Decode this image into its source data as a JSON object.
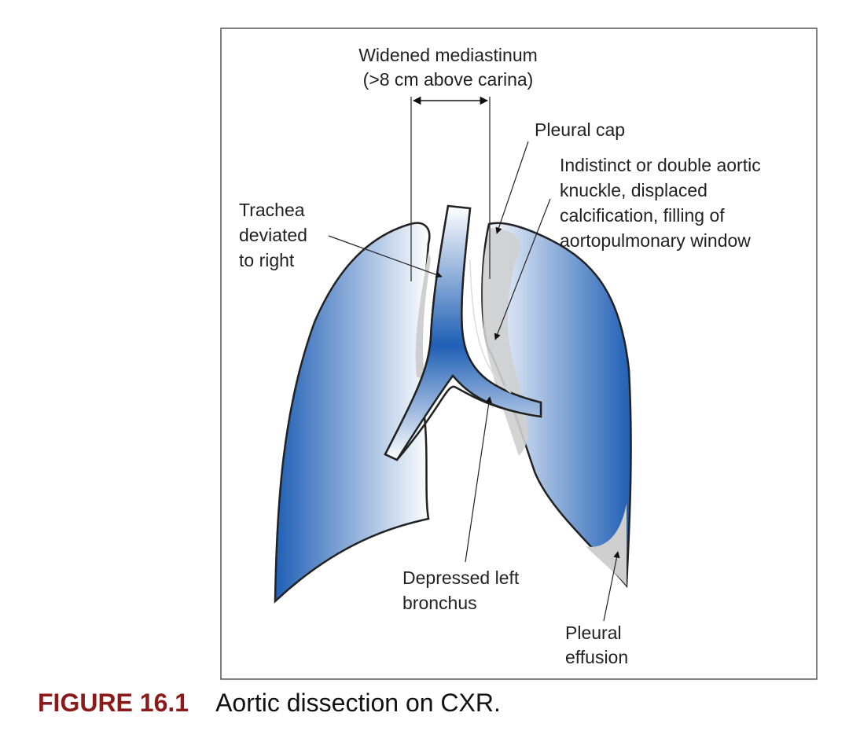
{
  "figure": {
    "labels": {
      "mediastinum_1": "Widened mediastinum",
      "mediastinum_2": "(>8 cm above carina)",
      "pleural_cap": "Pleural cap",
      "knuckle_1": "Indistinct or double aortic",
      "knuckle_2": "knuckle, displaced",
      "knuckle_3": "calcification, filling of",
      "knuckle_4": "aortopulmonary window",
      "trachea_1": "Trachea",
      "trachea_2": "deviated",
      "trachea_3": "to right",
      "bronchus_1": "Depressed left",
      "bronchus_2": "bronchus",
      "effusion_1": "Pleural",
      "effusion_2": "effusion"
    },
    "colors": {
      "lung_blue": "#1f5fb5",
      "shadow_gray": "#cfcfcf",
      "caption_red": "#8b1a1a"
    }
  },
  "caption": {
    "number": "FIGURE 16.1",
    "title": "Aortic dissection on CXR."
  }
}
